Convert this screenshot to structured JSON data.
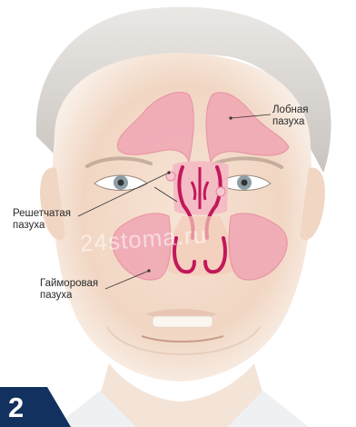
{
  "labels": {
    "frontal": [
      "Лобная",
      "пазуха"
    ],
    "ethmoid": [
      "Решетчатая",
      "пазуха"
    ],
    "maxillary": [
      "Гайморовая",
      "пазуха"
    ]
  },
  "figure_number": "2",
  "watermark": "24stoma.ru",
  "colors": {
    "sinus_fill": "#f0a6b4",
    "sinus_edge": "#e6869a",
    "nasal_passage": "#c2185b",
    "badge": "#12315e",
    "skin": "#f3d9c6",
    "hair": "#8a8078"
  }
}
